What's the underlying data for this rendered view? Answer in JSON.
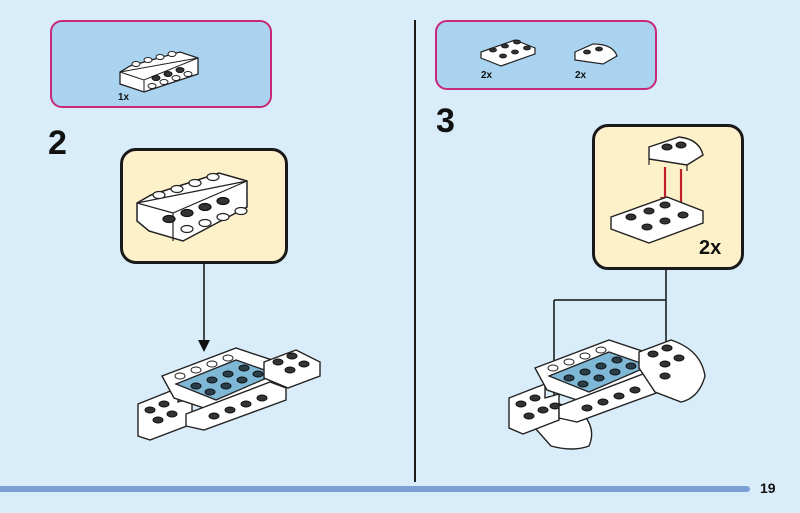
{
  "page_number": "19",
  "step_2": {
    "number": "2",
    "parts": [
      {
        "name": "inverted-slope-brick",
        "quantity": "1x"
      }
    ]
  },
  "step_3": {
    "number": "3",
    "parts": [
      {
        "name": "plate-2x3",
        "quantity": "2x"
      },
      {
        "name": "round-corner-plate",
        "quantity": "2x"
      }
    ],
    "subassembly_quantity": "2x"
  },
  "colors": {
    "page_background": "#d9ecf9",
    "parts_box_fill": "#a9d3ee",
    "parts_box_border": "#c8287a",
    "subassembly_fill": "#fdf1c9",
    "accent_arrow": "#c0202a",
    "highlight_plate": "#7fb8d6",
    "footer_bar": "#7e9fd6"
  }
}
